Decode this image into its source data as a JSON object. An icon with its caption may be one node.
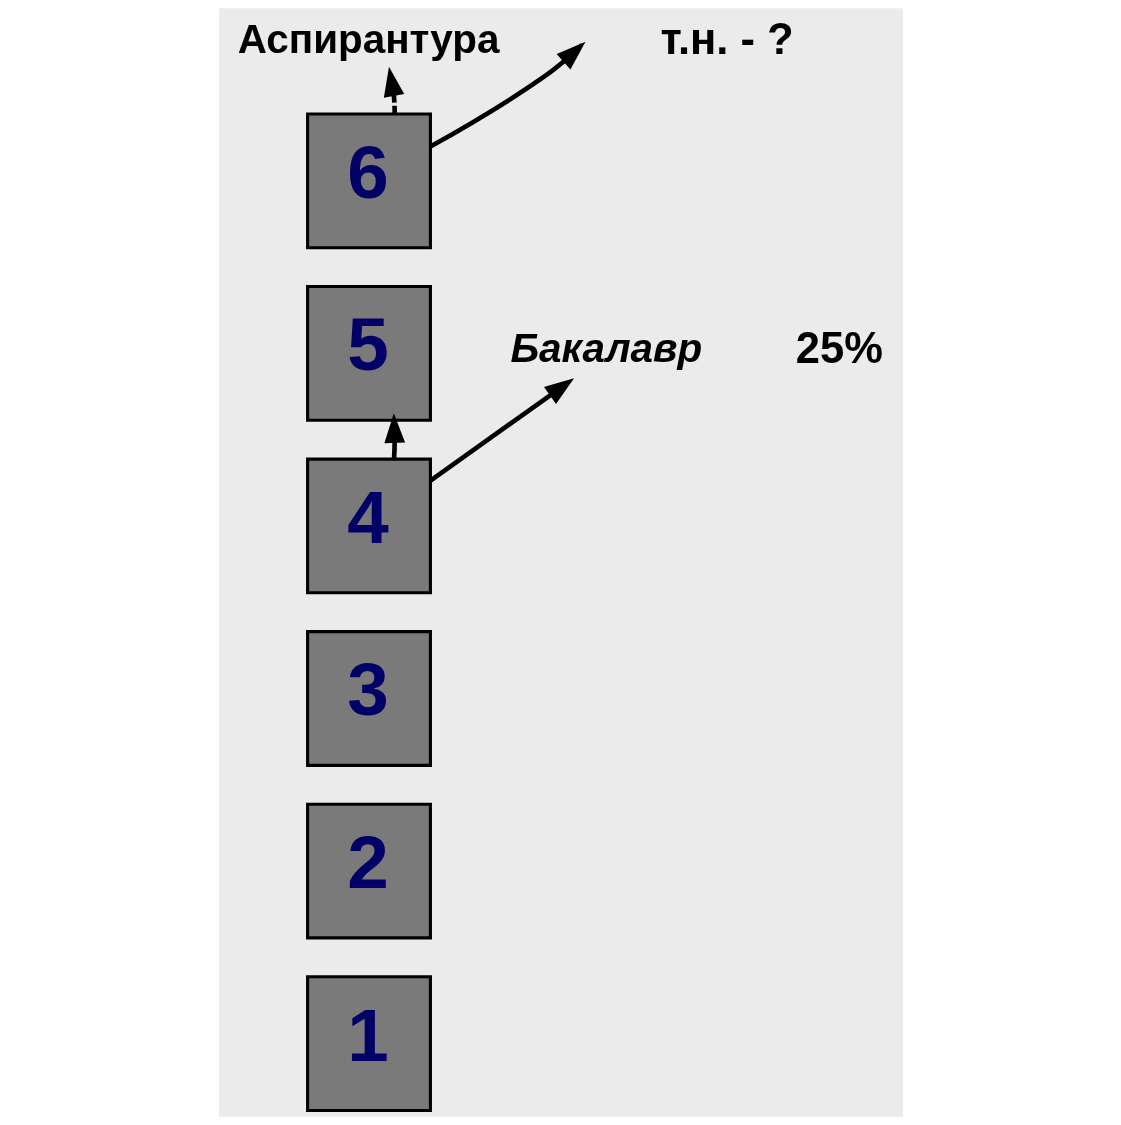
{
  "diagram": {
    "nodes": [
      {
        "text": [
          "Аспирантура"
        ]
      },
      {
        "text": [
          "6"
        ]
      },
      {
        "text": [
          "5"
        ]
      },
      {
        "text": [
          "Бакалавр"
        ]
      },
      {
        "text": [
          "4"
        ]
      },
      {
        "text": [
          "3"
        ]
      },
      {
        "text": [
          "2"
        ]
      },
      {
        "text": [
          "1"
        ]
      }
    ],
    "edges": [
      {
        "from": 1,
        "to": 0,
        "arrow": "to",
        "style": "dashed"
      },
      {
        "from": 1,
        "to": null,
        "arrow": "to"
      },
      {
        "from": 4,
        "to": 2,
        "arrow": "to"
      },
      {
        "from": 4,
        "to": 3,
        "arrow": "to"
      }
    ],
    "labels": [
      "т.н. - ?",
      "25%"
    ]
  }
}
